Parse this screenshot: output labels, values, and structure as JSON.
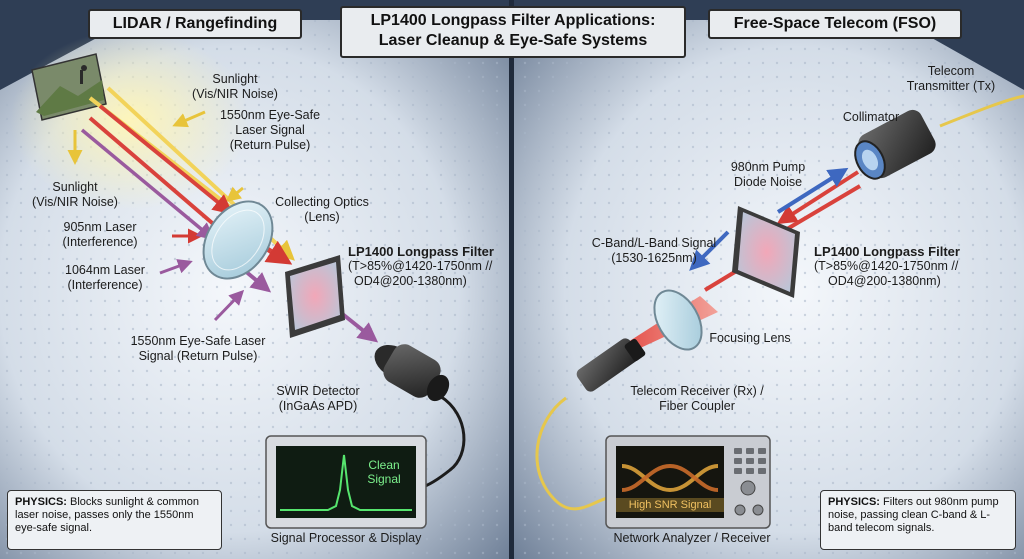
{
  "titles": {
    "left": "LIDAR / Rangefinding",
    "center_line1": "LP1400 Longpass Filter Applications:",
    "center_line2": "Laser Cleanup & Eye-Safe Systems",
    "right": "Free-Space Telecom (FSO)"
  },
  "left": {
    "sunlight_top": [
      "Sunlight",
      "(Vis/NIR Noise)"
    ],
    "return_top": [
      "1550nm Eye-Safe",
      "Laser Signal",
      "(Return Pulse)"
    ],
    "sunlight_left": [
      "Sunlight",
      "(Vis/NIR Noise)"
    ],
    "optics": [
      "Collecting Optics",
      "(Lens)"
    ],
    "laser905": [
      "905nm Laser",
      "(Interference)"
    ],
    "laser1064": [
      "1064nm Laser",
      "(Interference)"
    ],
    "filter_name": "LP1400 Longpass Filter",
    "filter_spec": [
      "(T>85%@1420-1750nm //",
      "OD4@200-1380nm)"
    ],
    "return_bottom": [
      "1550nm Eye-Safe Laser",
      "Signal (Return Pulse)"
    ],
    "detector": [
      "SWIR Detector",
      "(InGaAs APD)"
    ],
    "screen_text": [
      "Clean",
      "Signal"
    ],
    "display_label": "Signal Processor & Display",
    "physics_label": "PHYSICS:",
    "physics_text": " Blocks sunlight & common laser noise, passes only the 1550nm eye-safe signal."
  },
  "right": {
    "transmitter": [
      "Telecom",
      "Transmitter (Tx)"
    ],
    "collimator": "Collimator",
    "pump": [
      "980nm Pump",
      "Diode Noise"
    ],
    "band": [
      "C-Band/L-Band Signal",
      "(1530-1625nm)"
    ],
    "filter_name": "LP1400 Longpass Filter",
    "filter_spec": [
      "(T>85%@1420-1750nm //",
      "OD4@200-1380nm)"
    ],
    "focusing": "Focusing Lens",
    "receiver": [
      "Telecom Receiver (Rx) /",
      "Fiber Coupler"
    ],
    "screen_text": "High SNR Signal",
    "analyzer_label": "Network Analyzer / Receiver",
    "physics_label": "PHYSICS:",
    "physics_text": " Filters out 980nm pump noise, passing clean C-band & L-band telecom signals."
  },
  "colors": {
    "sunlight": "#f2d35a",
    "signal": "#d9423c",
    "interference": "#9a5a9e",
    "pump": "#4a74c8",
    "background": "#2f3e55"
  }
}
